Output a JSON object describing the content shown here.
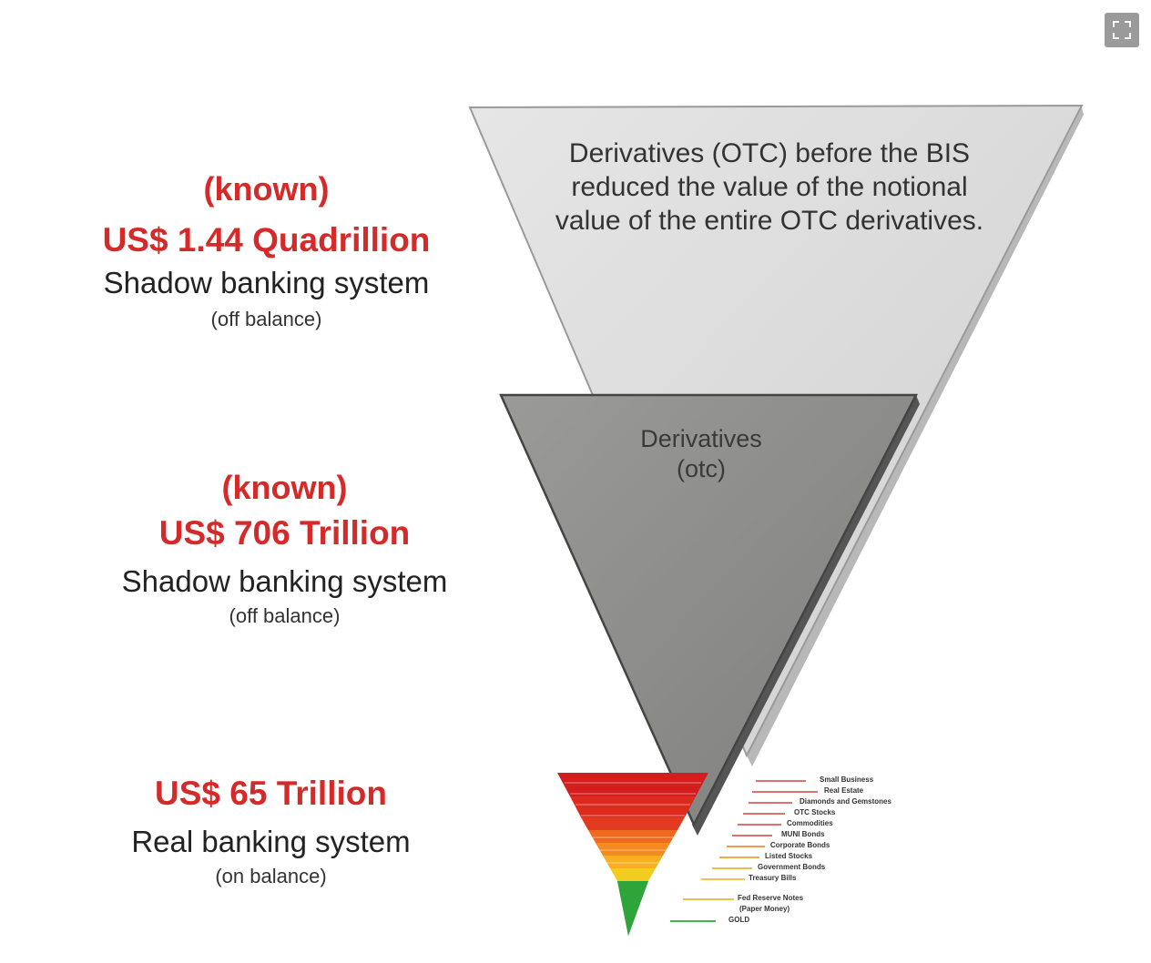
{
  "expand_icon": "expand-icon",
  "tiers": [
    {
      "known": "(known)",
      "amount": "US$ 1.44 Quadrillion",
      "system": "Shadow banking system",
      "balance": "(off balance)",
      "triangle_text": "Derivatives (OTC) before the BIS reduced the value of the notional value of the entire OTC derivatives.",
      "color": "#d9d9d9"
    },
    {
      "known": "(known)",
      "amount": "US$ 706 Trillion",
      "system": "Shadow banking system",
      "balance": "(off balance)",
      "triangle_text_line1": "Derivatives",
      "triangle_text_line2": "(otc)",
      "color": "#8a8a88"
    },
    {
      "amount": "US$ 65 Trillion",
      "system": "Real banking system",
      "balance": "(on balance)"
    }
  ],
  "small_pyramid_legend": [
    {
      "label": "Small Business",
      "color": "#e05050"
    },
    {
      "label": "Real Estate",
      "color": "#e05050"
    },
    {
      "label": "Diamonds and Gemstones",
      "color": "#e05050"
    },
    {
      "label": "OTC Stocks",
      "color": "#e05050"
    },
    {
      "label": "Commodities",
      "color": "#e05050"
    },
    {
      "label": "MUNI Bonds",
      "color": "#e05050"
    },
    {
      "label": "Corporate Bonds",
      "color": "#f08a3a"
    },
    {
      "label": "Listed Stocks",
      "color": "#f0a040"
    },
    {
      "label": "Government Bonds",
      "color": "#f0b040"
    },
    {
      "label": "Treasury Bills",
      "color": "#f0c040"
    },
    {
      "label": "Fed Reserve Notes",
      "color": "#f0c040"
    },
    {
      "label": "(Paper Money)",
      "color": "#f0c040"
    },
    {
      "label": "GOLD",
      "color": "#3cb040"
    }
  ]
}
